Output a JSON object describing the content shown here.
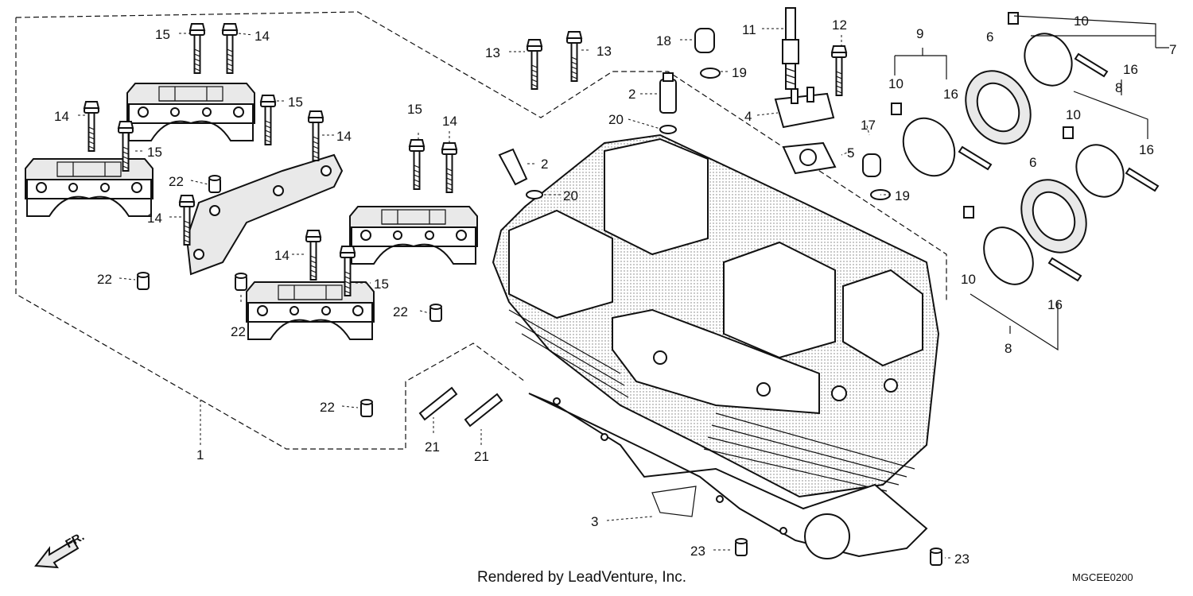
{
  "diagram": {
    "callouts": [
      {
        "id": "c1",
        "text": "15"
      },
      {
        "id": "c2",
        "text": "14"
      },
      {
        "id": "c3",
        "text": "14"
      },
      {
        "id": "c4",
        "text": "15"
      },
      {
        "id": "c5",
        "text": "15"
      },
      {
        "id": "c6",
        "text": "14"
      },
      {
        "id": "c7",
        "text": "22"
      },
      {
        "id": "c8",
        "text": "14"
      },
      {
        "id": "c9",
        "text": "22"
      },
      {
        "id": "c10",
        "text": "22"
      },
      {
        "id": "c11",
        "text": "14"
      },
      {
        "id": "c12",
        "text": "15"
      },
      {
        "id": "c13",
        "text": "22"
      },
      {
        "id": "c14",
        "text": "1"
      },
      {
        "id": "c15",
        "text": "15"
      },
      {
        "id": "c16",
        "text": "14"
      },
      {
        "id": "c17",
        "text": "22"
      },
      {
        "id": "c18",
        "text": "13"
      },
      {
        "id": "c19",
        "text": "13"
      },
      {
        "id": "c20",
        "text": "2"
      },
      {
        "id": "c21",
        "text": "20"
      },
      {
        "id": "c22",
        "text": "2"
      },
      {
        "id": "c23",
        "text": "20"
      },
      {
        "id": "c24",
        "text": "21"
      },
      {
        "id": "c25",
        "text": "21"
      },
      {
        "id": "c26",
        "text": "18"
      },
      {
        "id": "c27",
        "text": "19"
      },
      {
        "id": "c28",
        "text": "11"
      },
      {
        "id": "c29",
        "text": "12"
      },
      {
        "id": "c30",
        "text": "4"
      },
      {
        "id": "c31",
        "text": "5"
      },
      {
        "id": "c32",
        "text": "17"
      },
      {
        "id": "c33",
        "text": "19"
      },
      {
        "id": "c34",
        "text": "9"
      },
      {
        "id": "c35",
        "text": "10"
      },
      {
        "id": "c36",
        "text": "16"
      },
      {
        "id": "c37",
        "text": "6"
      },
      {
        "id": "c38",
        "text": "10"
      },
      {
        "id": "c39",
        "text": "7"
      },
      {
        "id": "c40",
        "text": "16"
      },
      {
        "id": "c41",
        "text": "8"
      },
      {
        "id": "c42",
        "text": "10"
      },
      {
        "id": "c43",
        "text": "16"
      },
      {
        "id": "c44",
        "text": "6"
      },
      {
        "id": "c45",
        "text": "10"
      },
      {
        "id": "c46",
        "text": "16"
      },
      {
        "id": "c47",
        "text": "8"
      },
      {
        "id": "c48",
        "text": "3"
      },
      {
        "id": "c49",
        "text": "23"
      },
      {
        "id": "c50",
        "text": "23"
      }
    ],
    "direction_marker": "FR.",
    "credit": "Rendered by LeadVenture, Inc.",
    "drawing_code": "MGCEE0200"
  }
}
